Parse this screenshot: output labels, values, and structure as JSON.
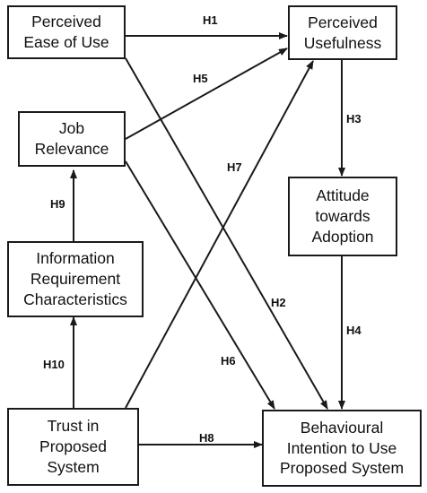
{
  "nodes": {
    "peou": "Perceived\nEase of Use",
    "pu": "Perceived\nUsefulness",
    "jr": "Job\nRelevance",
    "ata": "Attitude\ntowards\nAdoption",
    "irc": "Information\nRequirement\nCharacteristics",
    "tps": "Trust in\nProposed\nSystem",
    "bi": "Behavioural\nIntention to Use\nProposed System"
  },
  "edges": [
    {
      "id": "H1",
      "from": "peou",
      "to": "pu",
      "label": "H1"
    },
    {
      "id": "H2",
      "from": "peou",
      "to": "bi",
      "label": "H2"
    },
    {
      "id": "H3",
      "from": "pu",
      "to": "ata",
      "label": "H3"
    },
    {
      "id": "H4",
      "from": "ata",
      "to": "bi",
      "label": "H4"
    },
    {
      "id": "H5",
      "from": "jr",
      "to": "pu",
      "label": "H5"
    },
    {
      "id": "H6",
      "from": "jr",
      "to": "bi",
      "label": "H6"
    },
    {
      "id": "H7",
      "from": "tps",
      "to": "pu",
      "label": "H7"
    },
    {
      "id": "H8",
      "from": "tps",
      "to": "bi",
      "label": "H8"
    },
    {
      "id": "H9",
      "from": "irc",
      "to": "jr",
      "label": "H9"
    },
    {
      "id": "H10",
      "from": "tps",
      "to": "irc",
      "label": "H10"
    }
  ]
}
